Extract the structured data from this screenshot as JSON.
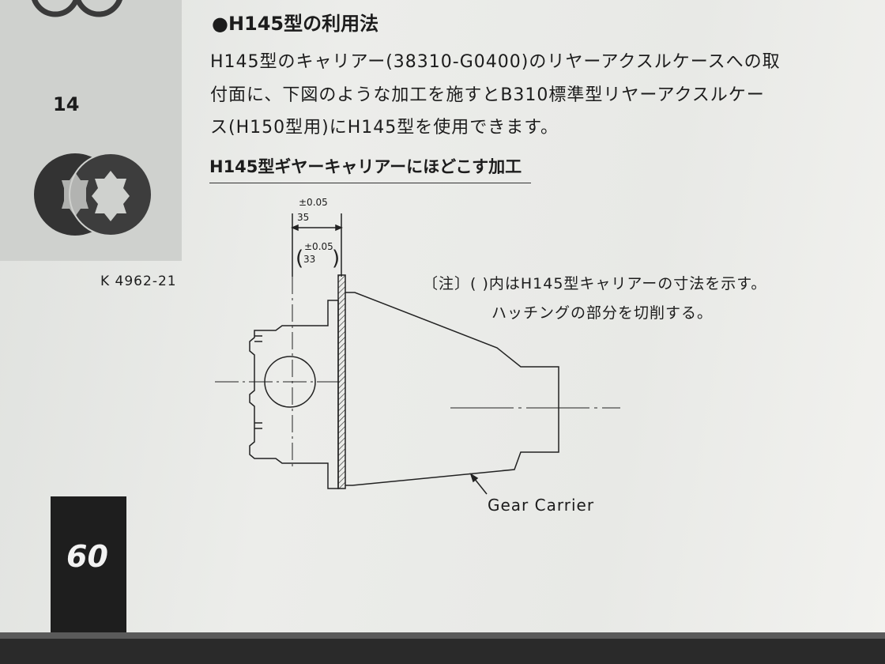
{
  "sidebar": {
    "part_number": "14",
    "catalog_ref": "K 4962-21",
    "page_number": "60"
  },
  "main": {
    "heading": "●H145型の利用法",
    "body_lines": [
      "H145型のキャリアー(38310-G0400)のリヤーアクスルケースへの取",
      "付面に、下図のような加工を施すとB310標準型リヤーアクスルケー",
      "ス(H150型用)にH145型を使用できます。"
    ],
    "subheading": "H145型ギヤーキャリアーにほどこす加工"
  },
  "diagram": {
    "tolerance_top": "±0.05",
    "dimension_main": "35",
    "tolerance_paren": "±0.05",
    "dimension_paren": "33",
    "note_line1": "〔注〕(  )内はH145型キャリアーの寸法を示す。",
    "note_line2": "ハッチングの部分を切削する。",
    "callout_label": "Gear Carrier"
  }
}
